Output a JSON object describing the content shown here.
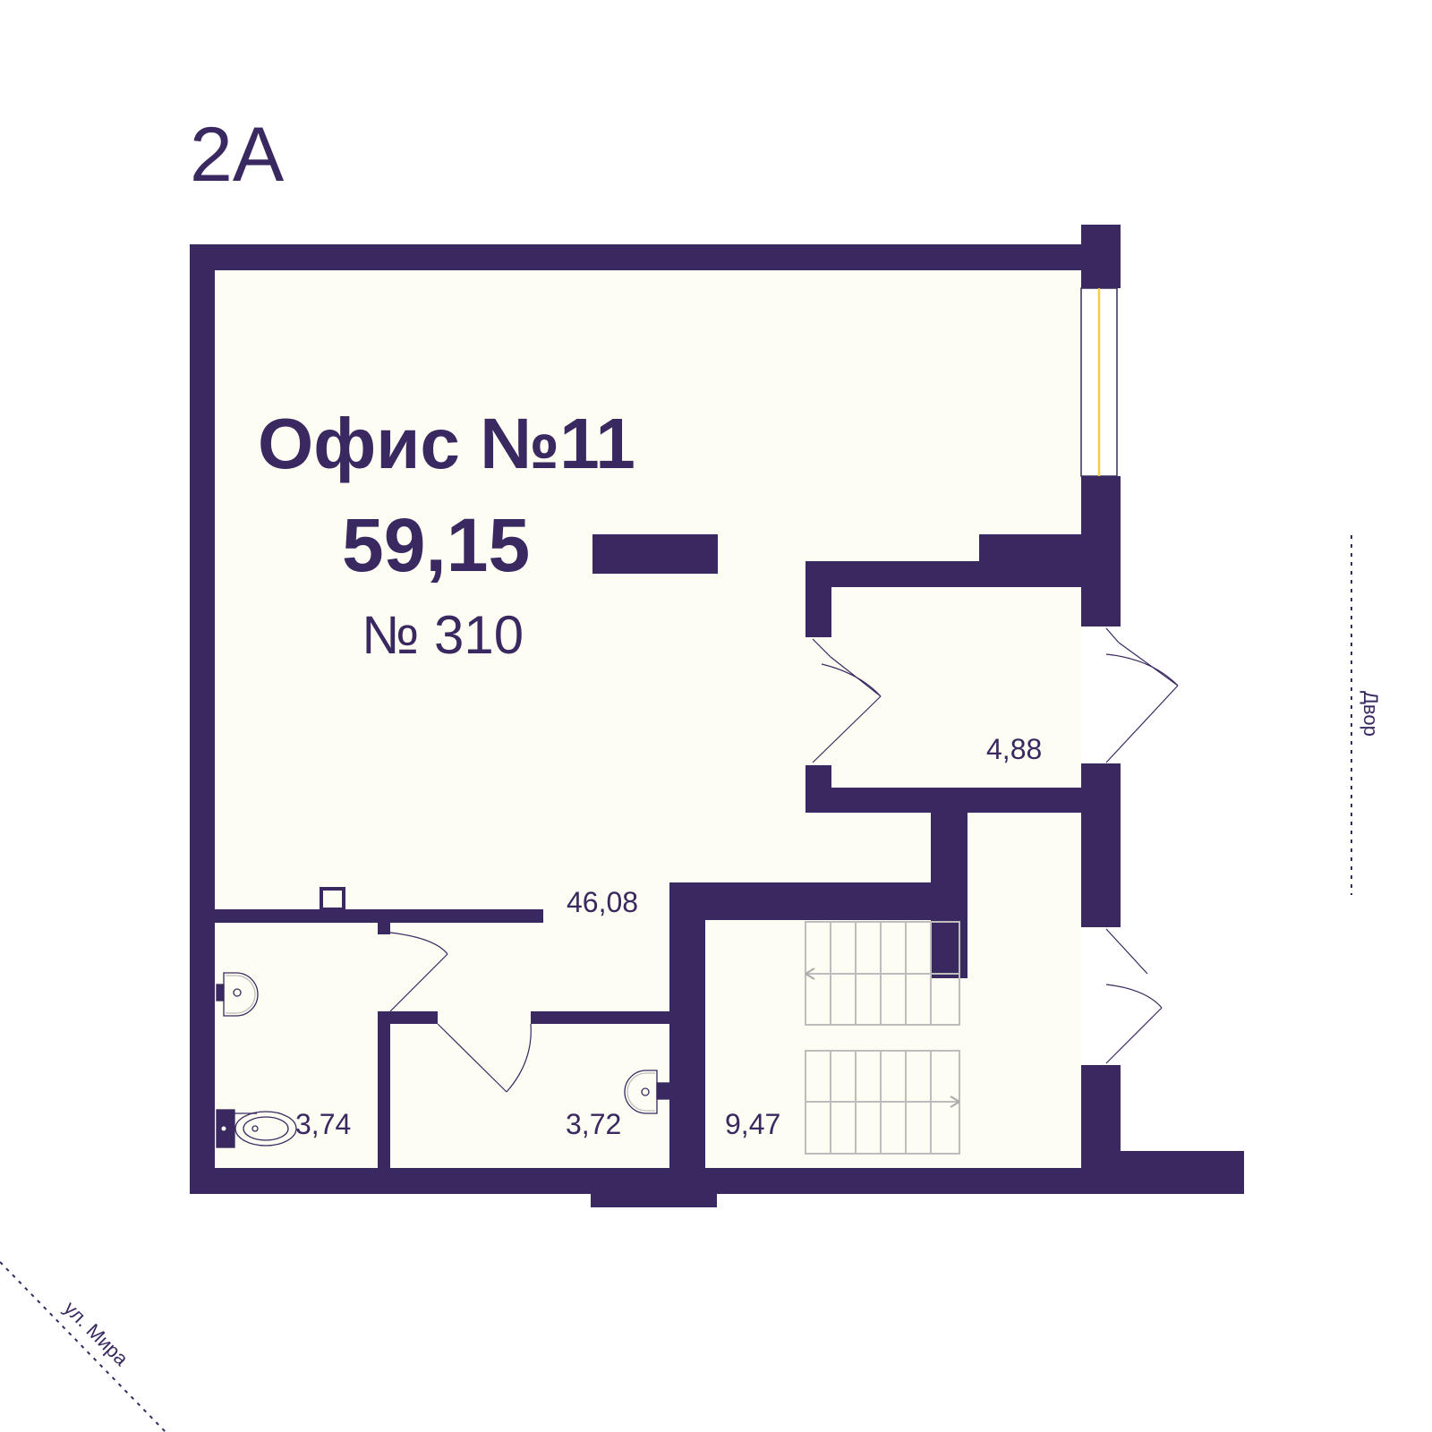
{
  "block_label": "2А",
  "office": {
    "name": "Офис №11",
    "total_area": "59,15",
    "number": "№ 310"
  },
  "rooms": {
    "main": "46,08",
    "vestibule": "4,88",
    "wc_left": "3,74",
    "wc_right": "3,72",
    "stairs": "9,47"
  },
  "streets": {
    "east": "Двор",
    "southwest": "ул. Мира"
  },
  "colors": {
    "wall": "#3a2860",
    "floor": "#fefdf3",
    "window_accent": "#f0d040",
    "fixture_line": "#bdbdbd"
  },
  "icons": [
    "toilet-icon",
    "sink-icon",
    "door-swing-icon",
    "staircase-icon",
    "window-icon"
  ]
}
